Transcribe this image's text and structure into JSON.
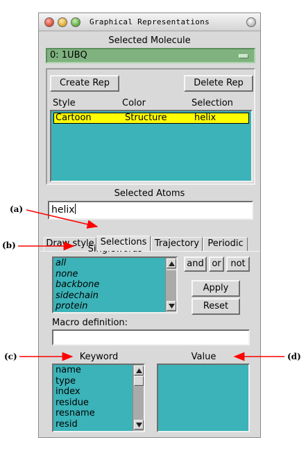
{
  "window": {
    "title": "Graphical Representations"
  },
  "selected_molecule": {
    "label": "Selected Molecule",
    "value": "0: 1UBQ"
  },
  "reps": {
    "create_label": "Create Rep",
    "delete_label": "Delete Rep",
    "columns": [
      "Style",
      "Color",
      "Selection"
    ],
    "rows": [
      {
        "style": "Cartoon",
        "color": "Structure",
        "selection": "helix",
        "selected": true
      }
    ]
  },
  "selected_atoms": {
    "label": "Selected Atoms",
    "value": "helix"
  },
  "tabs": [
    {
      "label": "Draw style",
      "active": false
    },
    {
      "label": "Selections",
      "active": true
    },
    {
      "label": "Trajectory",
      "active": false
    },
    {
      "label": "Periodic",
      "active": false
    }
  ],
  "singlewords": {
    "label": "Singlewords",
    "items": [
      "all",
      "none",
      "backbone",
      "sidechain",
      "protein"
    ]
  },
  "operators": {
    "and": "and",
    "or": "or",
    "not": "not"
  },
  "actions": {
    "apply": "Apply",
    "reset": "Reset"
  },
  "macro": {
    "label": "Macro definition:",
    "value": ""
  },
  "keyword": {
    "label": "Keyword",
    "items": [
      "name",
      "type",
      "index",
      "residue",
      "resname",
      "resid"
    ]
  },
  "value_panel": {
    "label": "Value"
  },
  "annotations": {
    "a": "(a)",
    "b": "(b)",
    "c": "(c)",
    "d": "(d)"
  },
  "colors": {
    "list_bg": "#3bb3b8",
    "molecule_bar": "#7fb27f",
    "highlight": "#ffff00",
    "arrow": "#ff0000"
  }
}
